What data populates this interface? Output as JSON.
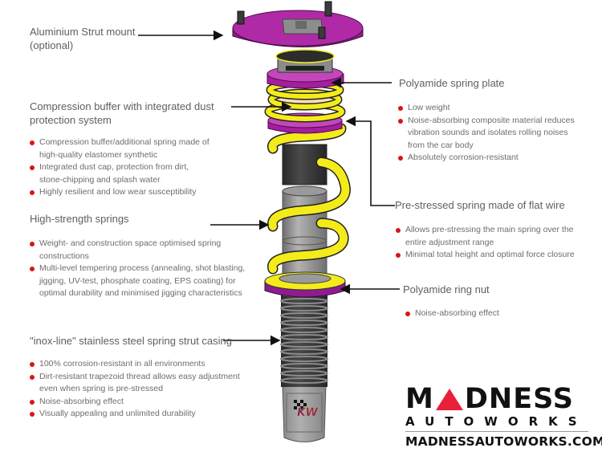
{
  "callouts": {
    "strut_mount": {
      "title_line1": "Aluminium Strut mount",
      "title_line2": "(optional)"
    },
    "compression_buffer": {
      "title_line1": "Compression buffer with integrated dust",
      "title_line2": "protection system",
      "bullets": [
        {
          "line1": "Compression buffer/additional spring made of",
          "line2": "high-quality elastomer synthetic"
        },
        {
          "line1": "Integrated dust cap, protection from dirt,",
          "line2": "stone-chipping and splash water"
        },
        {
          "line1": "Highly resilient and low wear susceptibility",
          "line2": ""
        }
      ]
    },
    "high_strength_springs": {
      "title": "High-strength springs",
      "bullets": [
        {
          "line1": "Weight- and construction space optimised spring",
          "line2": "constructions",
          "line3": ""
        },
        {
          "line1": "Multi-level tempering process (annealing, shot blasting,",
          "line2": "jigging, UV-test, phosphate coating, EPS coating) for",
          "line3": "optimal durability and minimised jigging characteristics"
        }
      ]
    },
    "inox_line": {
      "title": "\"inox-line\" stainless steel spring strut casing",
      "bullets": [
        {
          "line1": "100% corrosion-resistant in all environments",
          "line2": ""
        },
        {
          "line1": "Dirt-resistant trapezoid thread allows easy adjustment",
          "line2": "even when spring is pre-stressed"
        },
        {
          "line1": "Noise-absorbing effect",
          "line2": ""
        },
        {
          "line1": "Visually appealing and unlimited durability",
          "line2": ""
        }
      ]
    },
    "polyamide_spring_plate": {
      "title": "Polyamide spring plate",
      "bullets": [
        {
          "line1": "Low weight",
          "line2": "",
          "line3": ""
        },
        {
          "line1": "Noise-absorbing composite material reduces",
          "line2": "vibration sounds and isolates rolling noises",
          "line3": "from the  car body"
        },
        {
          "line1": "Absolutely corrosion-resistant",
          "line2": "",
          "line3": ""
        }
      ]
    },
    "pre_stressed_spring": {
      "title": "Pre-stressed spring made of flat wire",
      "bullets": [
        {
          "line1": "Allows pre-stressing the main spring over the",
          "line2": "entire adjustment range"
        },
        {
          "line1": "Minimal total height and optimal force closure",
          "line2": ""
        }
      ]
    },
    "polyamide_ring_nut": {
      "title": "Polyamide ring nut",
      "bullets": [
        {
          "line1": "Noise-absorbing effect"
        }
      ]
    }
  },
  "strut_badge": "KW",
  "logo": {
    "brand_left": "M",
    "brand_right": "DNESS",
    "subtitle": "AUTOWORKS",
    "url": "MADNESSAUTOWORKS.COM"
  },
  "colors": {
    "bullet": "#d8141a",
    "mount_purple": "#a51e9e",
    "spring_yellow": "#f4ec1a",
    "logo_red": "#e8203a"
  }
}
